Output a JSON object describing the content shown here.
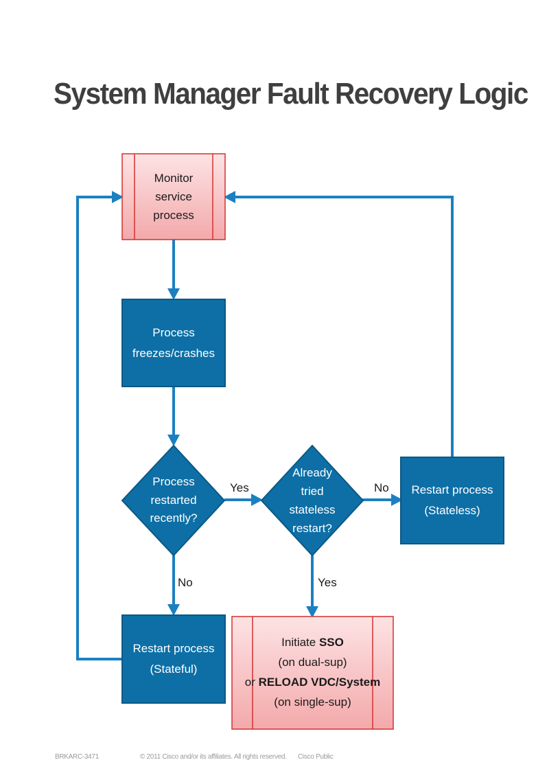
{
  "title": "System Manager Fault Recovery Logic",
  "nodes": {
    "monitor": {
      "line1": "Monitor service",
      "line2": "process"
    },
    "freeze": {
      "line1": "Process",
      "line2": "freezes/crashes"
    },
    "restarted_recently": {
      "line1": "Process",
      "line2": "restarted",
      "line3": "recently?"
    },
    "tried_stateless": {
      "line1": "Already",
      "line2": "tried",
      "line3": "stateless",
      "line4": "restart?"
    },
    "restart_stateless": {
      "line1": "Restart process",
      "line2": "(Stateless)"
    },
    "restart_stateful": {
      "line1": "Restart process",
      "line2": "(Stateful)"
    },
    "sso": {
      "l1a": "Initiate ",
      "l1b": "SSO",
      "l2": "(on dual-sup)",
      "l3a": "or ",
      "l3b": "RELOAD VDC/System",
      "l4": "(on single-sup)"
    }
  },
  "labels": {
    "yes1": "Yes",
    "no1": "No",
    "no2": "No",
    "yes2": "Yes"
  },
  "footer": {
    "code": "BRKARC-3471",
    "copyright": "© 2011 Cisco and/or its affiliates. All rights reserved.",
    "classification": "Cisco Public"
  },
  "colors": {
    "process_fill": "#0d6fa6",
    "process_border": "#0b5884",
    "connector": "#1b80c1",
    "alert_fill": "#f7c6c7",
    "alert_border": "#d33030"
  }
}
